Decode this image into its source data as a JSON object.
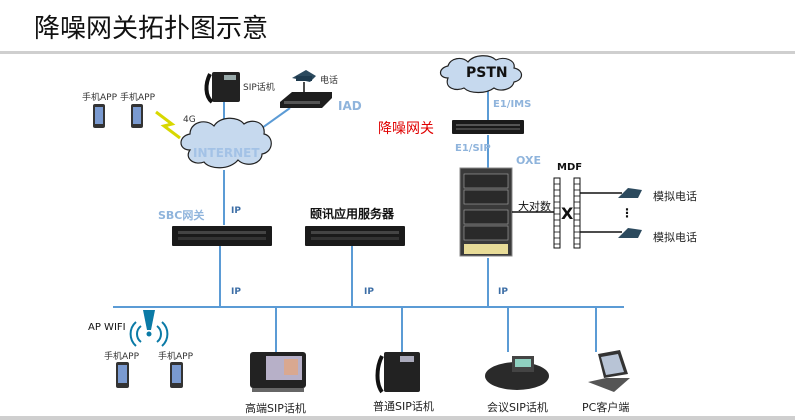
{
  "title": "降噪网关拓扑图示意",
  "colors": {
    "link": "#5b9bd5",
    "label_blue": "#8fb4dc",
    "red_label": "#e00000",
    "cloud_fill": "#c6d9ee",
    "rule": "#cfcfcf"
  },
  "top_left": {
    "phone_app_1": "手机APP",
    "phone_app_2": "手机APP",
    "wireless": "4G",
    "sip_phone": "SIP话机",
    "phone": "电话",
    "iad": "IAD",
    "internet": "INTERNET"
  },
  "pstn_side": {
    "pstn": "PSTN",
    "e1_ims": "E1/IMS",
    "gateway": "降噪网关",
    "e1_sip": "E1/SIP",
    "oxe": "OXE",
    "trunk_cable": "大对数",
    "mdf": "MDF",
    "cross": "X",
    "analog_phone_1": "模拟电话",
    "analog_phone_2": "模拟电话",
    "ellipsis": "⋮"
  },
  "middle": {
    "sbc": "SBC网关",
    "ip_upper": "IP",
    "app_server": "颐讯应用服务器",
    "ip_sbc": "IP",
    "ip_app": "IP",
    "ip_oxe": "IP"
  },
  "bottom": {
    "ap_wifi": "AP WIFI",
    "phone_app_1": "手机APP",
    "phone_app_2": "手机APP",
    "high_end_sip": "高端SIP话机",
    "normal_sip": "普通SIP话机",
    "conference_sip": "会议SIP话机",
    "pc_client": "PC客户端"
  }
}
